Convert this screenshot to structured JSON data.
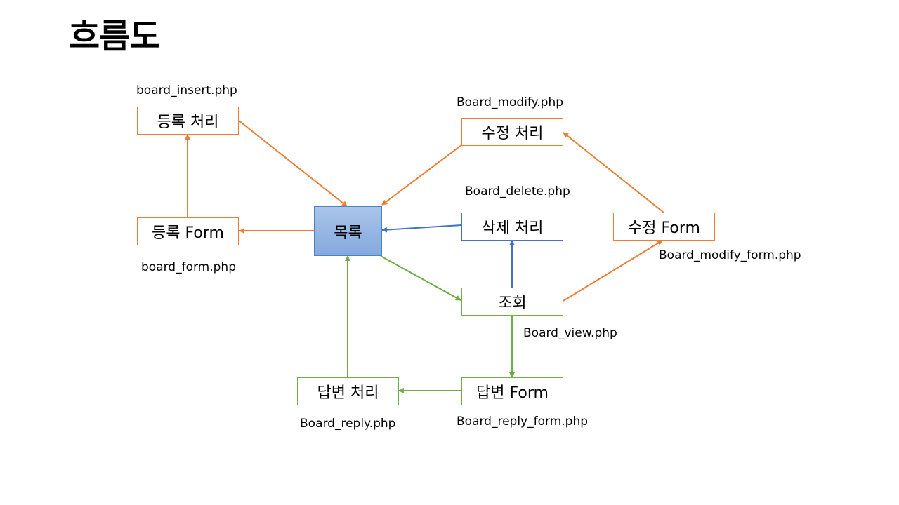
{
  "title": "흐름도",
  "nodes": {
    "insert": "등록 처리",
    "form": "등록 Form",
    "list": "목록",
    "modify": "수정 처리",
    "delete": "삭제 처리",
    "modify_form": "수정 Form",
    "view": "조회",
    "reply": "답변 처리",
    "reply_form": "답변 Form"
  },
  "files": {
    "insert": "board_insert.php",
    "form": "board_form.php",
    "modify": "Board_modify.php",
    "delete": "Board_delete.php",
    "modify_form": "Board_modify_form.php",
    "view": "Board_view.php",
    "reply": "Board_reply.php",
    "reply_form": "Board_reply_form.php"
  },
  "colors": {
    "orange": "#ed7d31",
    "blue": "#4472c4",
    "green": "#70ad47",
    "list_fill": "#9dbbe6"
  }
}
